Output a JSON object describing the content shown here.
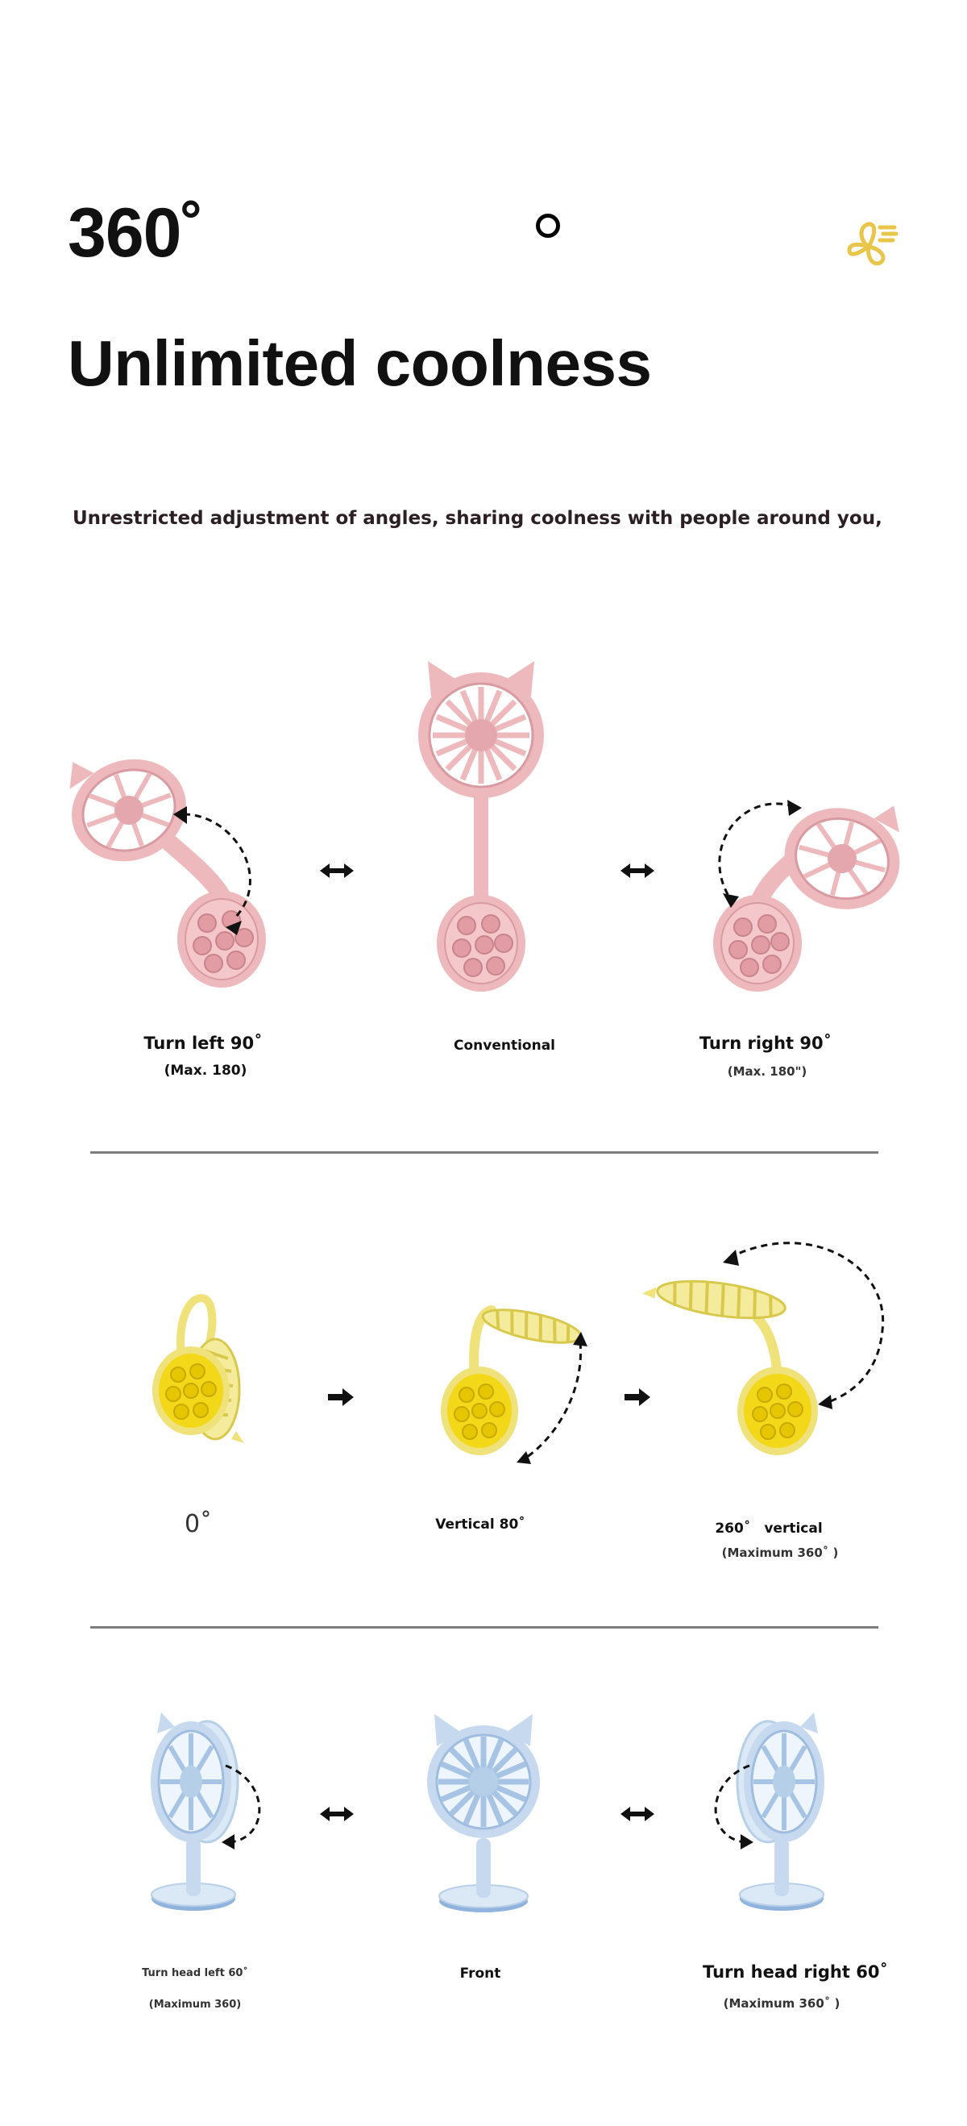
{
  "header": {
    "headline_360": "360˚",
    "headline_unlimited": "Unlimited coolness",
    "subtitle": "Unrestricted adjustment of angles, sharing coolness with people around you,"
  },
  "section1": {
    "items": [
      {
        "label": "Turn left 90˚",
        "note": "(Max. 180)"
      },
      {
        "label": "Conventional"
      },
      {
        "label": "Turn right 90˚",
        "note": "(Max. 180\")"
      }
    ]
  },
  "section2": {
    "items": [
      {
        "label": "0˚"
      },
      {
        "label": "Vertical 80˚"
      },
      {
        "label": "260˚　vertical",
        "note": "(Maximum 360˚ )"
      }
    ]
  },
  "section3": {
    "items": [
      {
        "label": "Turn head left 60˚",
        "note": "(Maximum 360)"
      },
      {
        "label": "Front"
      },
      {
        "label": "Turn head right 60˚",
        "note": "(Maximum 360˚ )"
      }
    ]
  },
  "colors": {
    "pink": "#eeb9bd",
    "pink_dark": "#d99ba1",
    "yellow": "#efe27a",
    "yellow_pad": "#f3d81a",
    "blue": "#c6d9ee",
    "blue_dark": "#8fb3dc",
    "logo_yellow": "#e9c54a",
    "divider": "#7e7e7e"
  },
  "icons": {
    "logo": "fan-logo-icon",
    "arrow_double": "double-arrow-icon",
    "arrow_right": "arrow-right-icon"
  }
}
